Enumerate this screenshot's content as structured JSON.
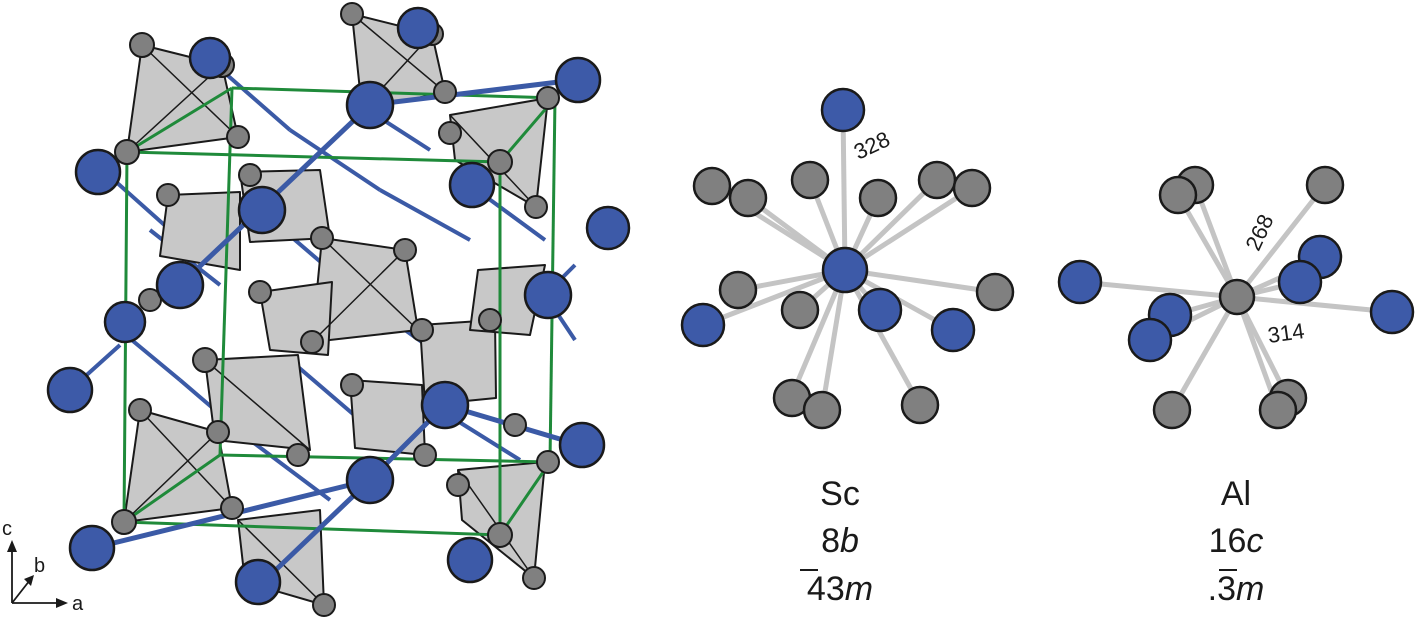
{
  "colors": {
    "metal": "#3d5aa8",
    "ligand": "#808080",
    "polyhedron": "#c8c8c8",
    "bond": "#c4c4c4",
    "cell_edge": "#1f8a3a",
    "blue_bond": "#3b5aa6"
  },
  "axes": {
    "c": "c",
    "b": "b",
    "a": "a"
  },
  "sc": {
    "element": "Sc",
    "wyckoff_num": "8",
    "wyckoff_letter": "b",
    "site_bar": "4",
    "site_rest": "3",
    "site_m": "m",
    "distance": "328"
  },
  "al": {
    "element": "Al",
    "wyckoff_num": "16",
    "wyckoff_letter": "c",
    "site_dot": ".",
    "site_bar": "3",
    "site_m": "m",
    "distance_1": "268",
    "distance_2": "314"
  }
}
